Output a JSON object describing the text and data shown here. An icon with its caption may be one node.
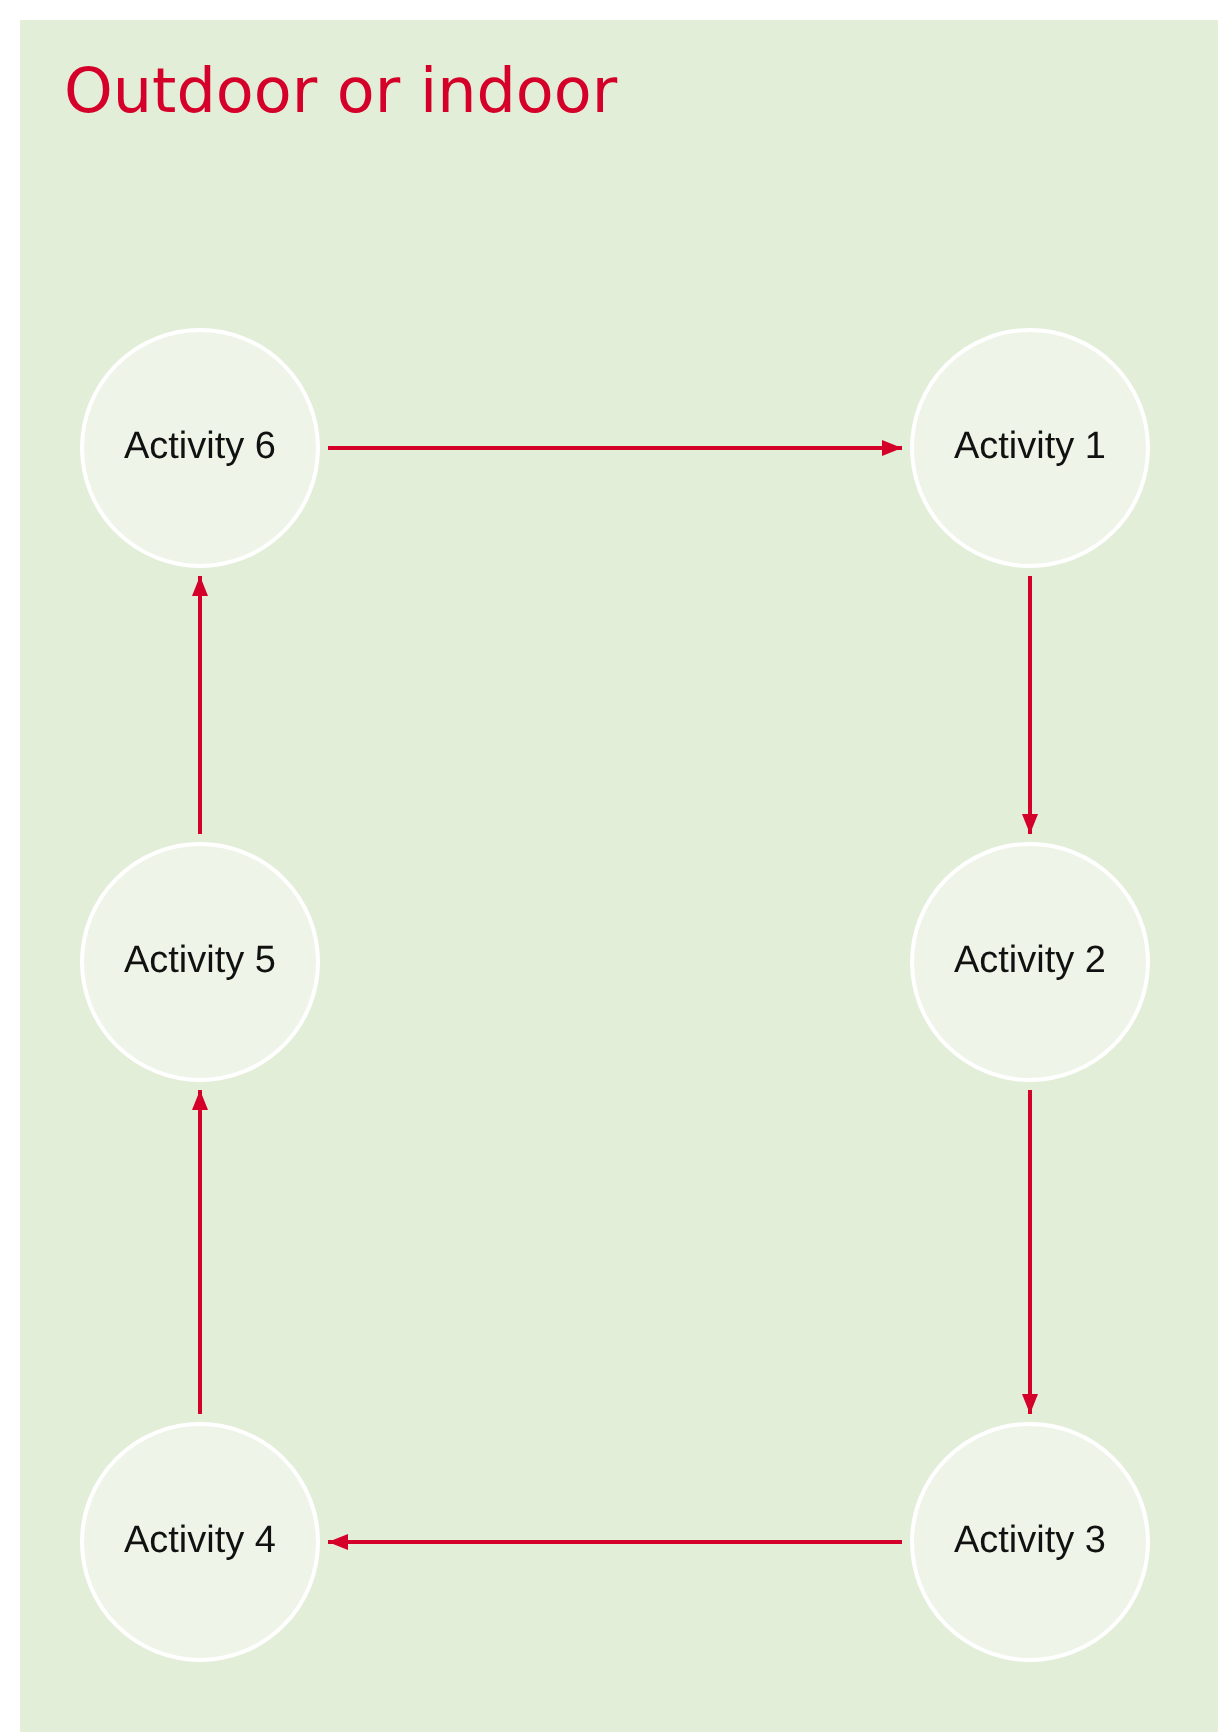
{
  "diagram": {
    "nodes": [
      {
        "text": [
          "Outdoor or indoor"
        ]
      },
      {
        "text": [
          "Activity 6"
        ],
        "in": 0
      },
      {
        "text": [
          "Activity 1"
        ],
        "in": 0
      },
      {
        "text": [
          "Activity 5"
        ],
        "in": 0
      },
      {
        "text": [
          "Activity 2"
        ],
        "in": 0
      },
      {
        "text": [
          "Activity 4"
        ],
        "in": 0
      },
      {
        "text": [
          "Activity 3"
        ],
        "in": 0
      }
    ],
    "edges": [
      {
        "from": 1,
        "to": 2,
        "arrow": "to"
      },
      {
        "from": 2,
        "to": 4,
        "arrow": "to"
      },
      {
        "from": 4,
        "to": 6,
        "arrow": "to"
      },
      {
        "from": 6,
        "to": 5,
        "arrow": "to"
      },
      {
        "from": 5,
        "to": 3,
        "arrow": "to"
      },
      {
        "from": 3,
        "to": 1,
        "arrow": "to"
      }
    ]
  }
}
